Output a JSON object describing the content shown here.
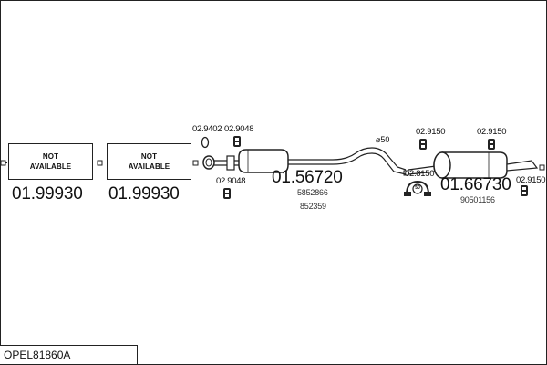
{
  "diagram": {
    "not_available_label": [
      "NOT",
      "AVAILABLE"
    ],
    "not_available_parts": [
      "01.99930",
      "01.99930"
    ],
    "mid_section": {
      "part_number": "01.56720",
      "oe_numbers": [
        "5852866",
        "852359"
      ]
    },
    "rear_section": {
      "part_number": "01.66730",
      "oe_number": "90501156"
    },
    "pipe_diameter": "⌀50",
    "fittings": {
      "front_clamp": "02.9402",
      "front_hanger_top": "02.9048",
      "front_hanger_bottom": "02.9048",
      "rear_clamp": "02.8150",
      "rear_hanger_left": "02.9150",
      "rear_hanger_right": "02.9150",
      "rear_hanger_tail": "02.9150"
    },
    "clamp_badge": "50",
    "colors": {
      "line": "#222222",
      "background": "#ffffff"
    }
  },
  "footer": {
    "title": "OPEL81860A"
  }
}
